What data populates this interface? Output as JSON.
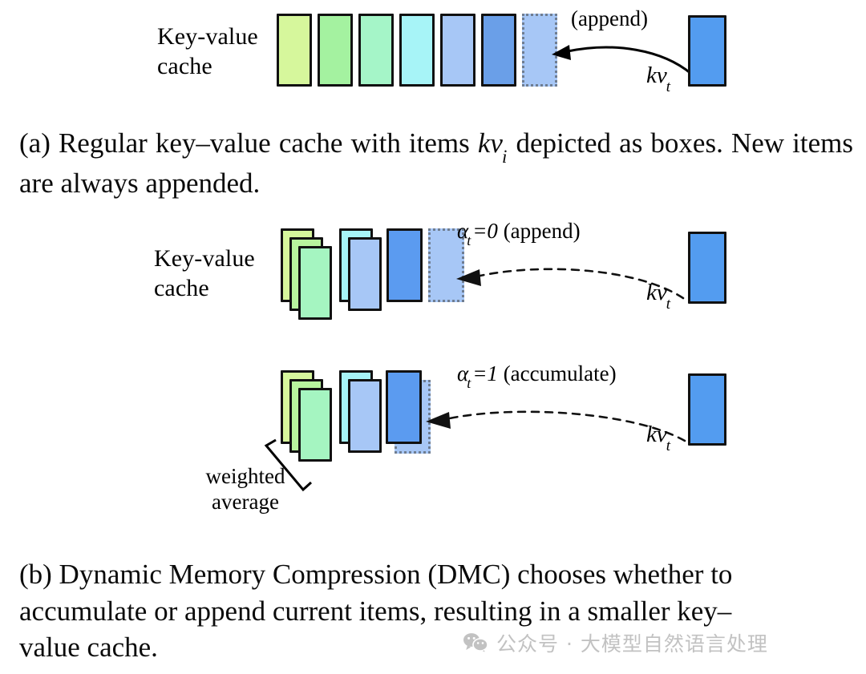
{
  "figure": {
    "title": "Key-value cache and Dynamic Memory Compression diagram",
    "background_color": "#ffffff"
  },
  "panel_a": {
    "cache_label": "Key-value\ncache",
    "edge_label": "(append)",
    "incoming_item_label": "kv",
    "incoming_item_subscript": "t",
    "boxes": [
      {
        "name": "cache-box-1",
        "fill": "#d6f79c",
        "style": "solid"
      },
      {
        "name": "cache-box-2",
        "fill": "#a4f2a0",
        "style": "solid"
      },
      {
        "name": "cache-box-3",
        "fill": "#a5f5c8",
        "style": "solid"
      },
      {
        "name": "cache-box-4",
        "fill": "#a7f4f7",
        "style": "solid"
      },
      {
        "name": "cache-box-5",
        "fill": "#a7c7f6",
        "style": "solid"
      },
      {
        "name": "cache-box-6",
        "fill": "#6a9fe8",
        "style": "solid"
      },
      {
        "name": "cache-box-7-pending",
        "fill": "#a7c7f6",
        "style": "dotted"
      }
    ],
    "incoming_box": {
      "name": "incoming-kv-box",
      "fill": "#539cf0",
      "style": "solid"
    },
    "caption": {
      "prefix": "(a) Regular key–value cache with items ",
      "symbol": "kv",
      "subscript": "i",
      "suffix": " depicted as boxes. New items are always appended."
    }
  },
  "panel_b": {
    "cache_label": "Key-value\ncache",
    "rows": [
      {
        "name": "append-row",
        "alpha_symbol": "α",
        "alpha_subscript": "t",
        "alpha_value": "=0",
        "action": "(append)",
        "incoming_item_label": "kv",
        "incoming_item_subscript": "t",
        "stacks": [
          {
            "name": "green-stack",
            "layers": [
              {
                "fill": "#d6f79c"
              },
              {
                "fill": "#b8f49e"
              },
              {
                "fill": "#a5f5c1"
              }
            ]
          },
          {
            "name": "blue-stack",
            "layers": [
              {
                "fill": "#a7f4f7"
              },
              {
                "fill": "#a7c7f6"
              }
            ]
          }
        ],
        "solid_box": {
          "name": "latest-kv-box",
          "fill": "#5b9bf0"
        },
        "pending_box": {
          "name": "appended-kv-box",
          "fill": "#a7c7f6",
          "style": "dotted"
        },
        "incoming_box": {
          "name": "incoming-kv-box",
          "fill": "#539cf0"
        }
      },
      {
        "name": "accumulate-row",
        "alpha_symbol": "α",
        "alpha_subscript": "t",
        "alpha_value": "=1",
        "action": "(accumulate)",
        "incoming_item_label": "kv",
        "incoming_item_subscript": "t",
        "stacks": [
          {
            "name": "green-stack",
            "layers": [
              {
                "fill": "#d6f79c"
              },
              {
                "fill": "#b8f49e"
              },
              {
                "fill": "#a5f5c1"
              }
            ]
          },
          {
            "name": "blue-stack",
            "layers": [
              {
                "fill": "#a7f4f7"
              },
              {
                "fill": "#a7c7f6"
              }
            ]
          }
        ],
        "solid_box": {
          "name": "latest-kv-box",
          "fill": "#5b9bf0"
        },
        "pending_box": {
          "name": "accumulated-kv-box",
          "fill": "#a7c7f6",
          "style": "dotted"
        },
        "incoming_box": {
          "name": "incoming-kv-box",
          "fill": "#539cf0"
        },
        "annotation": "weighted\naverage"
      }
    ],
    "caption": {
      "line1": "(b) Dynamic Memory Compression (DMC) chooses whether to",
      "line2": "accumulate or append current items, resulting in a smaller key–",
      "line3": "value cache."
    }
  },
  "watermark": {
    "icon": "wechat-icon",
    "text": "公众号 · 大模型自然语言处理",
    "color": "#c2c2c2"
  }
}
